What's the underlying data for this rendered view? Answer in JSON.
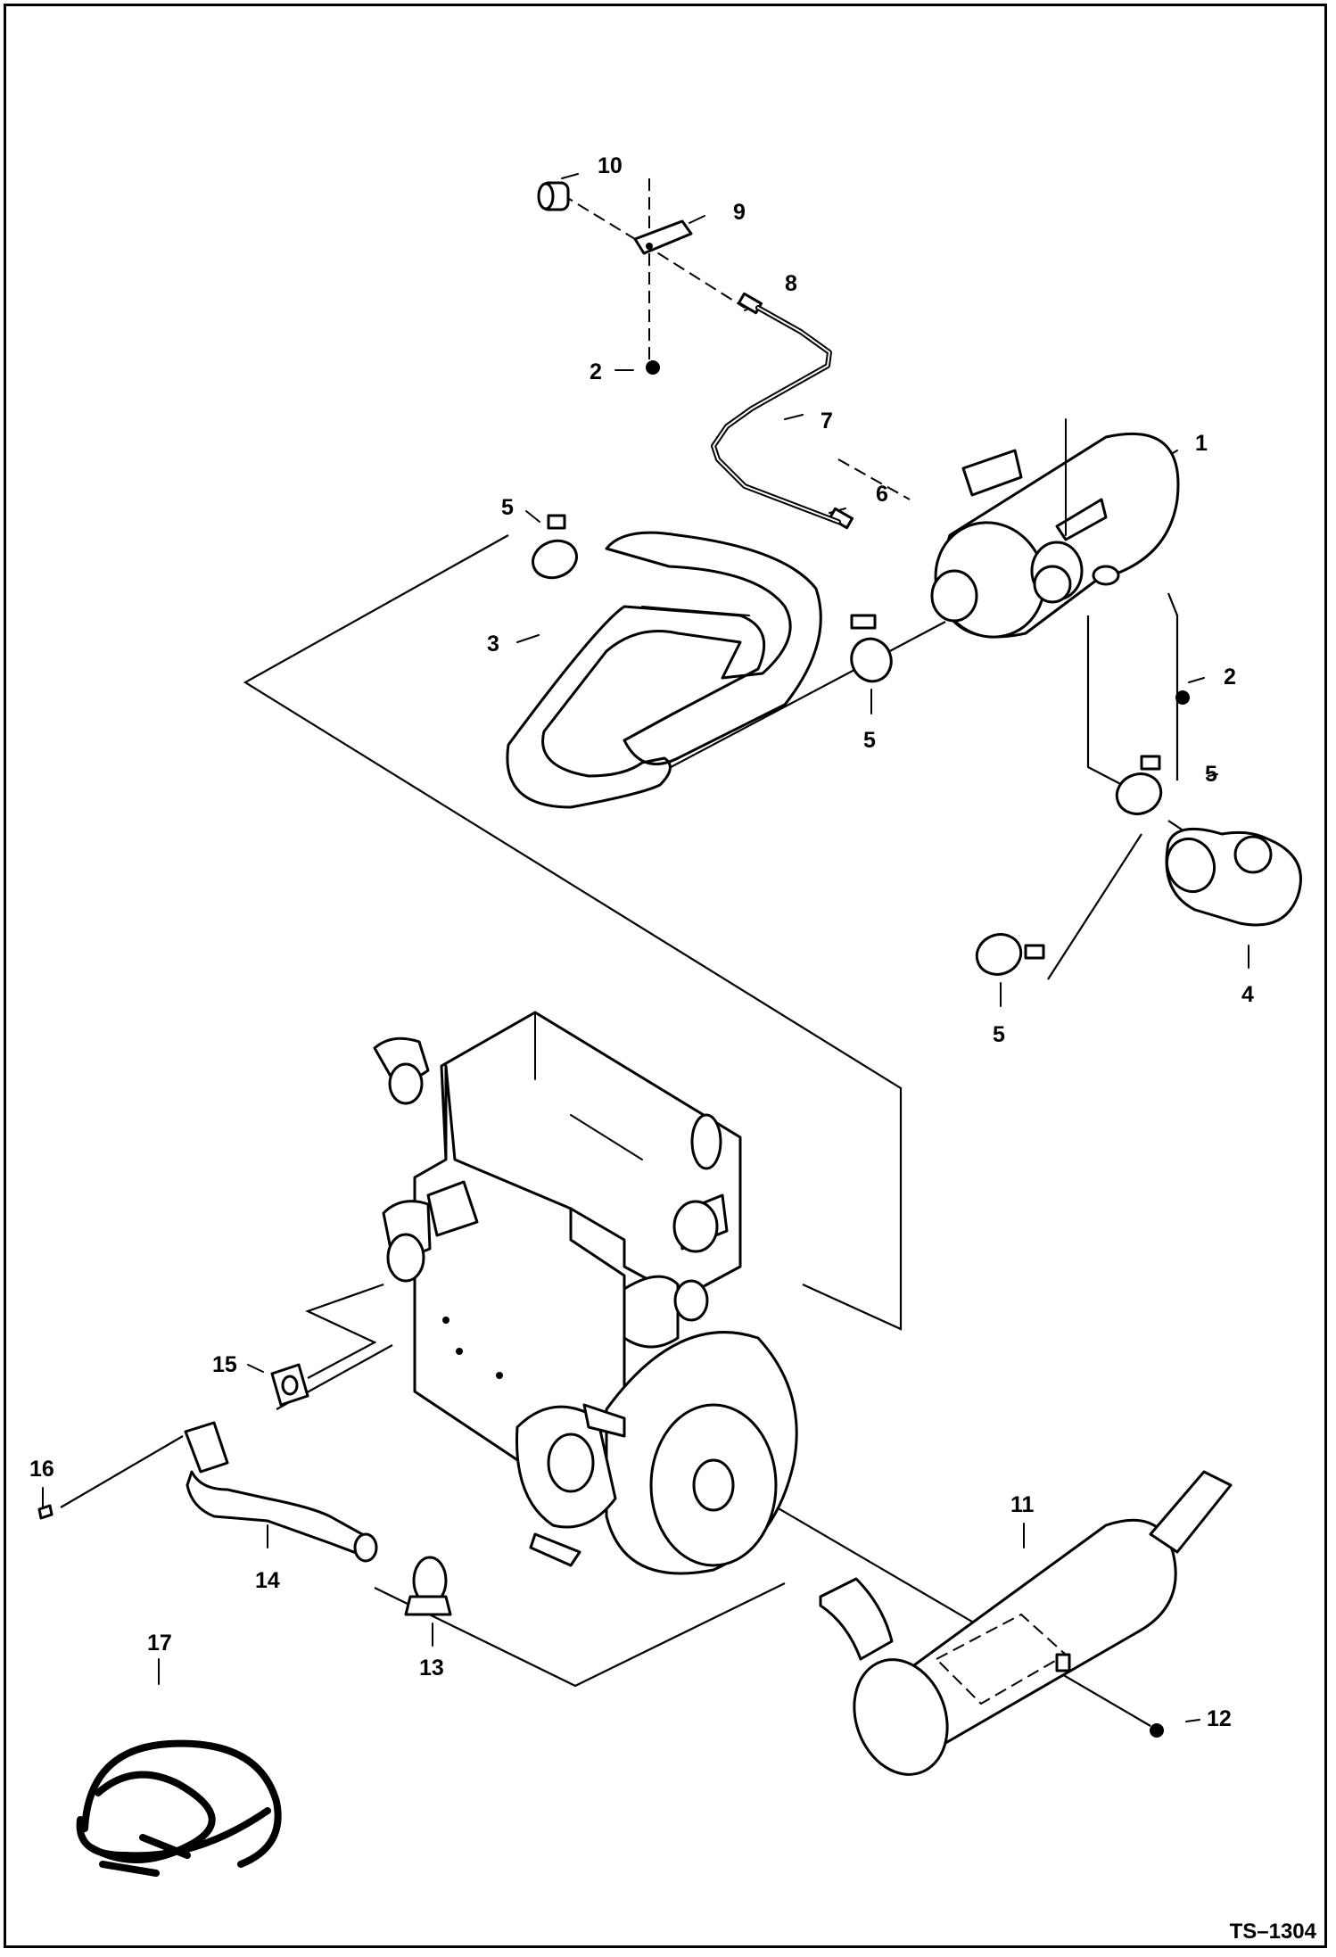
{
  "document": {
    "id": "TS–1304"
  },
  "callouts": [
    {
      "key": "c10",
      "text": "10"
    },
    {
      "key": "c9",
      "text": "9"
    },
    {
      "key": "c8",
      "text": "8"
    },
    {
      "key": "c2a",
      "text": "2"
    },
    {
      "key": "c7",
      "text": "7"
    },
    {
      "key": "c1",
      "text": "1"
    },
    {
      "key": "c6",
      "text": "6"
    },
    {
      "key": "c5a",
      "text": "5"
    },
    {
      "key": "c3",
      "text": "3"
    },
    {
      "key": "c5b",
      "text": "5"
    },
    {
      "key": "c2b",
      "text": "2"
    },
    {
      "key": "c5c",
      "text": "5"
    },
    {
      "key": "c4",
      "text": "4"
    },
    {
      "key": "c5d",
      "text": "5"
    },
    {
      "key": "c15",
      "text": "15"
    },
    {
      "key": "c16",
      "text": "16"
    },
    {
      "key": "c14",
      "text": "14"
    },
    {
      "key": "c13",
      "text": "13"
    },
    {
      "key": "c11",
      "text": "11"
    },
    {
      "key": "c12",
      "text": "12"
    },
    {
      "key": "c17",
      "text": "17"
    }
  ],
  "icons": [
    "air-cleaner-icon",
    "intake-hose-icon",
    "elbow-hose-icon",
    "hose-clamp-icon",
    "engine-icon",
    "muffler-icon",
    "exhaust-pipe-icon",
    "gasket-icon",
    "wiring-harness-icon",
    "bolt-icon",
    "indicator-icon",
    "bracket-icon",
    "fitting-icon",
    "tube-icon"
  ]
}
